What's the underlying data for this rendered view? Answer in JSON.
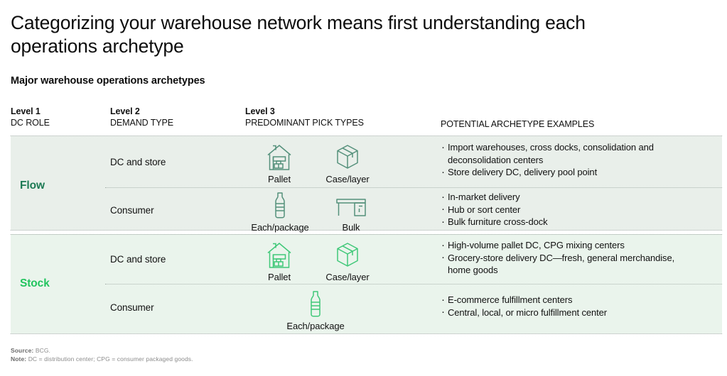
{
  "slide": {
    "title": "Categorizing your warehouse network means first understanding each operations archetype",
    "subtitle": "Major warehouse operations archetypes"
  },
  "headers": [
    {
      "level": "Level 1",
      "name": "DC ROLE"
    },
    {
      "level": "Level 2",
      "name": "DEMAND TYPE"
    },
    {
      "level": "Level 3",
      "name": "PREDOMINANT PICK TYPES"
    },
    {
      "level": "",
      "name": "POTENTIAL ARCHETYPE EXAMPLES"
    }
  ],
  "colors": {
    "flow_band": "#e9efea",
    "stock_band": "#eaf4ec",
    "flow_accent": "#1c7a54",
    "stock_accent": "#21c45e",
    "flow_icon": "#54907b",
    "stock_icon": "#3fc878",
    "rule": "#9aa5a0"
  },
  "groups": [
    {
      "role": "Flow",
      "rows": [
        {
          "demand": "DC and store",
          "picks": [
            {
              "icon": "warehouse-pallet-icon",
              "label": "Pallet"
            },
            {
              "icon": "case-box-icon",
              "label": "Case/layer"
            }
          ],
          "examples": [
            {
              "bullet": true,
              "text": "Import warehouses, cross docks, consolidation and"
            },
            {
              "bullet": false,
              "text": "deconsolidation centers"
            },
            {
              "bullet": true,
              "text": "Store delivery DC, delivery pool point"
            }
          ]
        },
        {
          "demand": "Consumer",
          "picks": [
            {
              "icon": "bottle-each-package-icon",
              "label": "Each/package"
            },
            {
              "icon": "desk-bulk-icon",
              "label": "Bulk"
            }
          ],
          "examples": [
            {
              "bullet": true,
              "text": "In-market delivery"
            },
            {
              "bullet": true,
              "text": "Hub or sort center"
            },
            {
              "bullet": true,
              "text": "Bulk furniture cross-dock"
            }
          ]
        }
      ]
    },
    {
      "role": "Stock",
      "rows": [
        {
          "demand": "DC and store",
          "picks": [
            {
              "icon": "warehouse-pallet-icon",
              "label": "Pallet"
            },
            {
              "icon": "case-box-icon",
              "label": "Case/layer"
            }
          ],
          "examples": [
            {
              "bullet": true,
              "text": "High-volume pallet DC, CPG mixing centers"
            },
            {
              "bullet": true,
              "text": "Grocery-store delivery DC—fresh, general merchandise,"
            },
            {
              "bullet": false,
              "text": "home goods"
            }
          ]
        },
        {
          "demand": "Consumer",
          "picks": [
            {
              "icon": "bottle-each-package-icon",
              "label": "Each/package"
            }
          ],
          "examples": [
            {
              "bullet": true,
              "text": "E-commerce fulfillment centers"
            },
            {
              "bullet": true,
              "text": "Central, local, or micro fulfillment center"
            }
          ]
        }
      ]
    }
  ],
  "footer": {
    "source_label": "Source:",
    "source_text": " BCG.",
    "note_label": "Note:",
    "note_text": " DC = distribution center; CPG = consumer packaged goods."
  }
}
